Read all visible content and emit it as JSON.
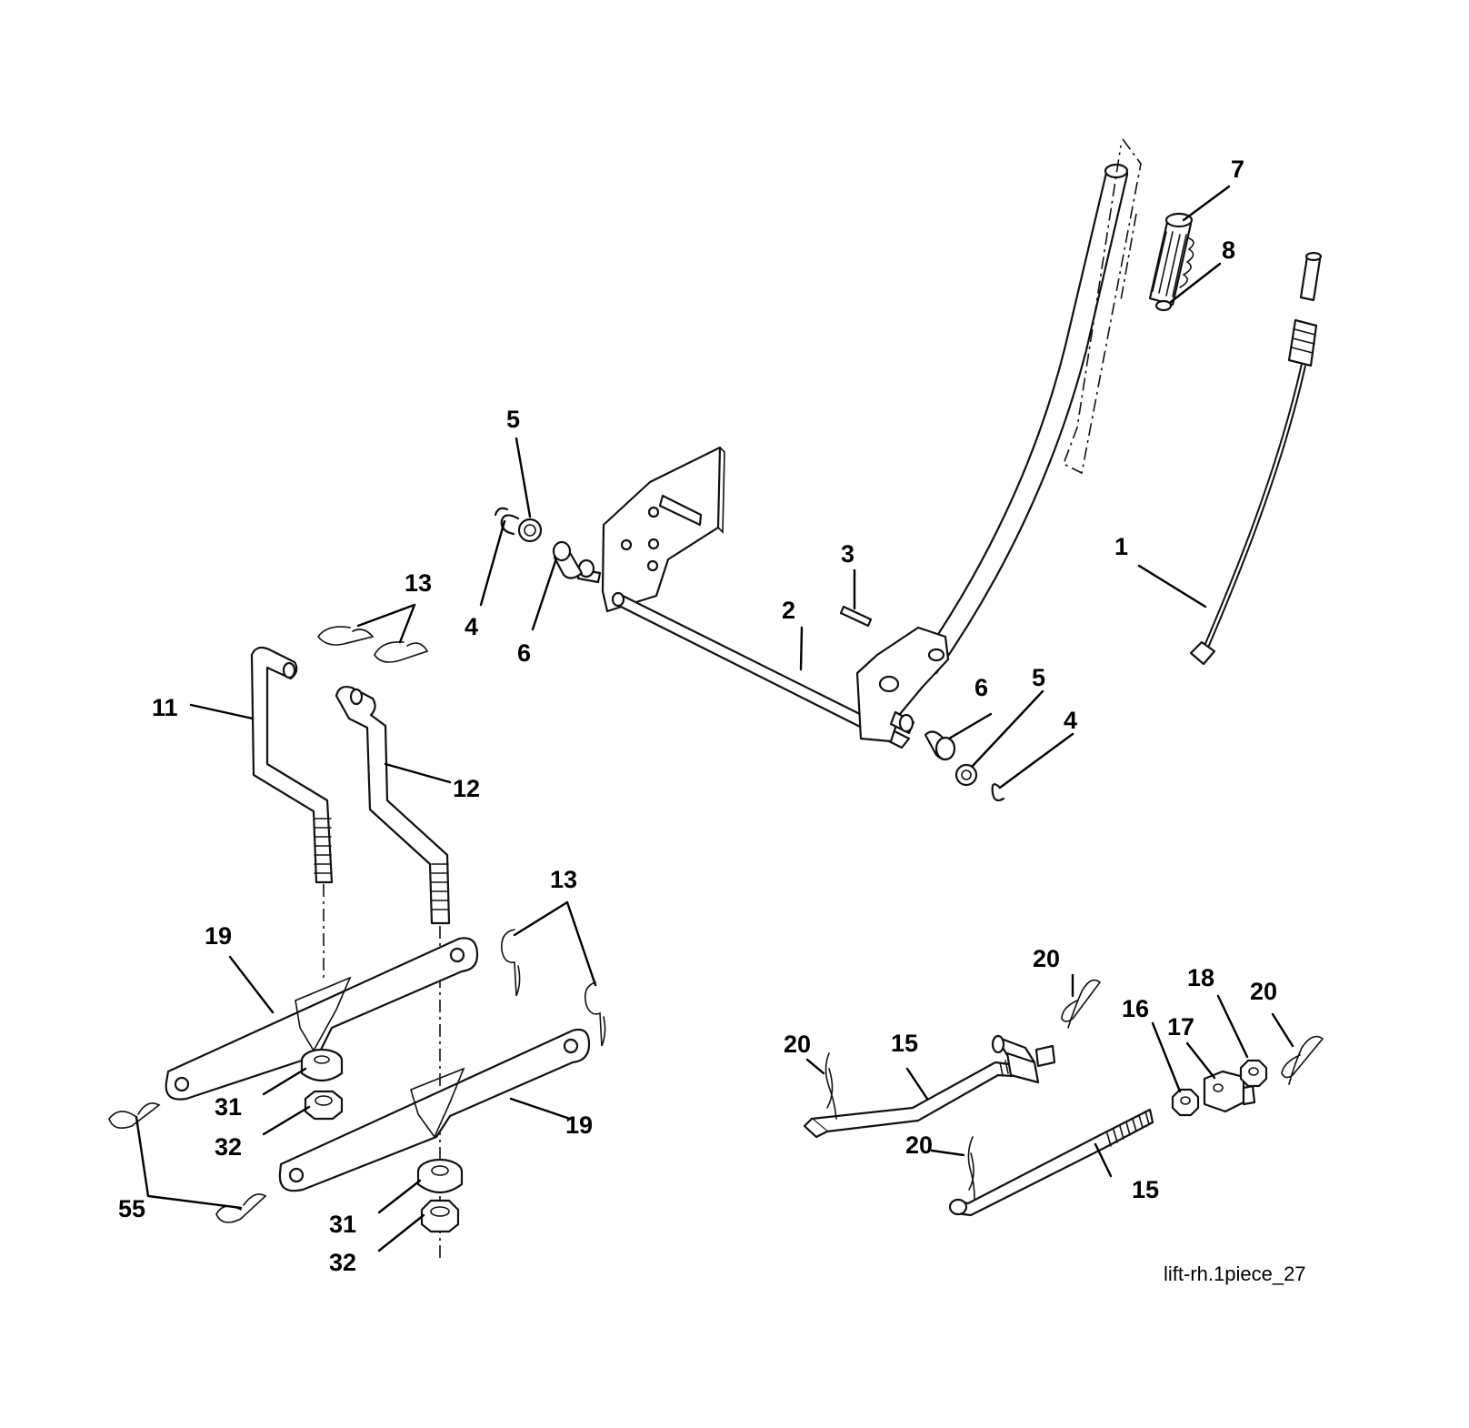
{
  "diagram": {
    "reference": "lift-rh.1piece_27",
    "callouts": {
      "c1": "1",
      "c2": "2",
      "c3": "3",
      "c4a": "4",
      "c4b": "4",
      "c5a": "5",
      "c5b": "5",
      "c6a": "6",
      "c6b": "6",
      "c7": "7",
      "c8": "8",
      "c11": "11",
      "c12": "12",
      "c13a": "13",
      "c13b": "13",
      "c15a": "15",
      "c15b": "15",
      "c16": "16",
      "c17": "17",
      "c18": "18",
      "c19a": "19",
      "c19b": "19",
      "c20a": "20",
      "c20b": "20",
      "c20c": "20",
      "c20d": "20",
      "c31a": "31",
      "c31b": "31",
      "c32a": "32",
      "c32b": "32",
      "c55": "55"
    }
  }
}
